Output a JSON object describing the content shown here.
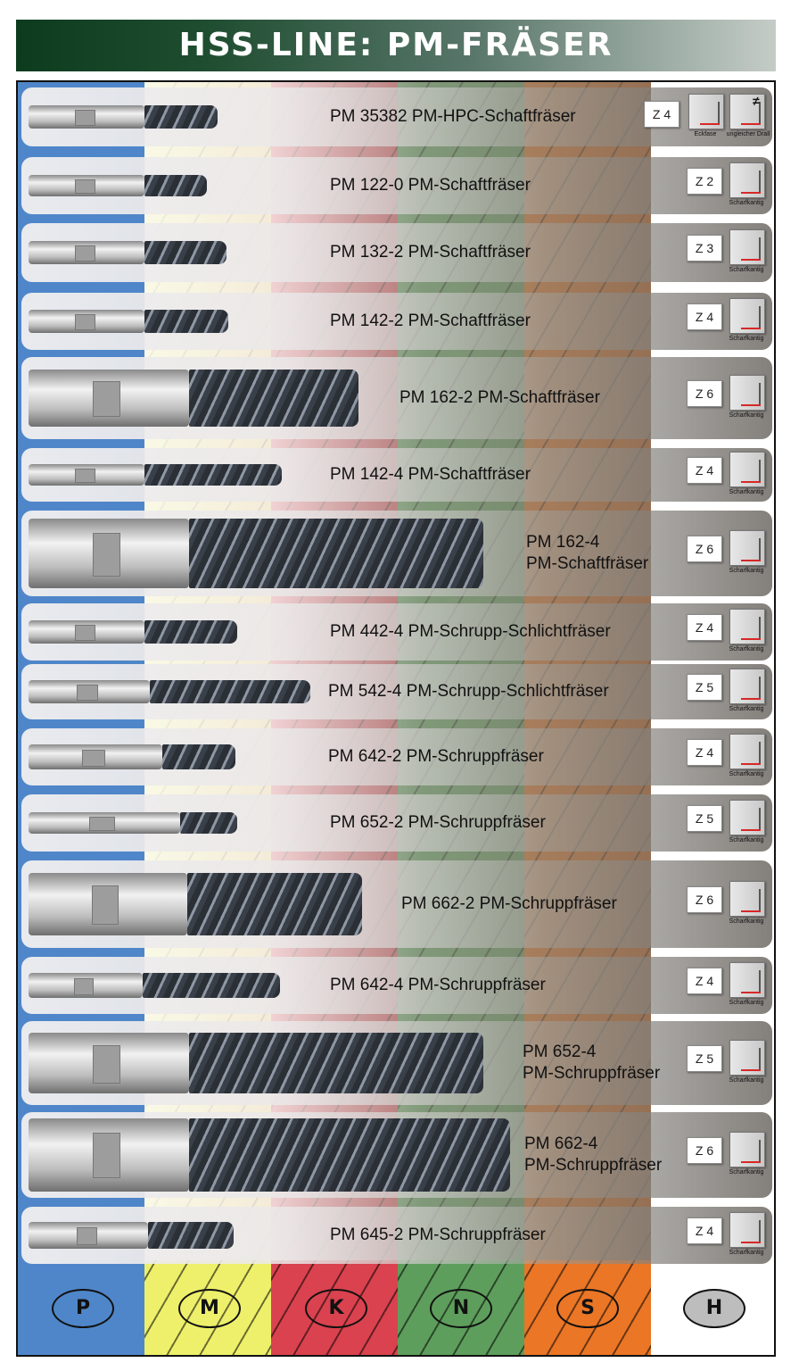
{
  "header": {
    "title": "HSS-LINE: PM-FRÄSER"
  },
  "iso_groups": [
    "P",
    "M",
    "K",
    "N",
    "S",
    "H"
  ],
  "edge_caption": "Scharfkantig",
  "rows": [
    {
      "label": "PM 35382 PM-HPC-Schaftfräser",
      "teeth": "Z 4",
      "extra": {
        "eckfase": "Eckfase",
        "drall": "ungleicher Drall",
        "neq": "≠"
      }
    },
    {
      "label": "PM 122-0 PM-Schaftfräser",
      "teeth": "Z 2"
    },
    {
      "label": "PM 132-2 PM-Schaftfräser",
      "teeth": "Z 3"
    },
    {
      "label": "PM 142-2 PM-Schaftfräser",
      "teeth": "Z 4"
    },
    {
      "label": "PM 162-2 PM-Schaftfräser",
      "teeth": "Z 6"
    },
    {
      "label": "PM 142-4 PM-Schaftfräser",
      "teeth": "Z 4"
    },
    {
      "label": "PM 162-4 PM-Schaftfräser",
      "teeth": "Z 6"
    },
    {
      "label": "PM 442-4 PM-Schrupp-Schlichtfräser",
      "teeth": "Z 4"
    },
    {
      "label": "PM 542-4 PM-Schrupp-Schlichtfräser",
      "teeth": "Z 5"
    },
    {
      "label": "PM 642-2 PM-Schruppfräser",
      "teeth": "Z 4"
    },
    {
      "label": "PM 652-2 PM-Schruppfräser",
      "teeth": "Z 5"
    },
    {
      "label": "PM 662-2 PM-Schruppfräser",
      "teeth": "Z 6"
    },
    {
      "label": "PM 642-4 PM-Schruppfräser",
      "teeth": "Z 4"
    },
    {
      "label": "PM 652-4 PM-Schruppfräser",
      "teeth": "Z 5"
    },
    {
      "label": "PM 662-4 PM-Schruppfräser",
      "teeth": "Z 6"
    },
    {
      "label": "PM 645-2 PM-Schruppfräser",
      "teeth": "Z 4"
    }
  ],
  "colors": {
    "P": "#4f86c9",
    "M": "#eef06b",
    "K": "#d9424e",
    "N": "#5e9e5c",
    "S": "#ea7626",
    "H": "#ffffff"
  }
}
